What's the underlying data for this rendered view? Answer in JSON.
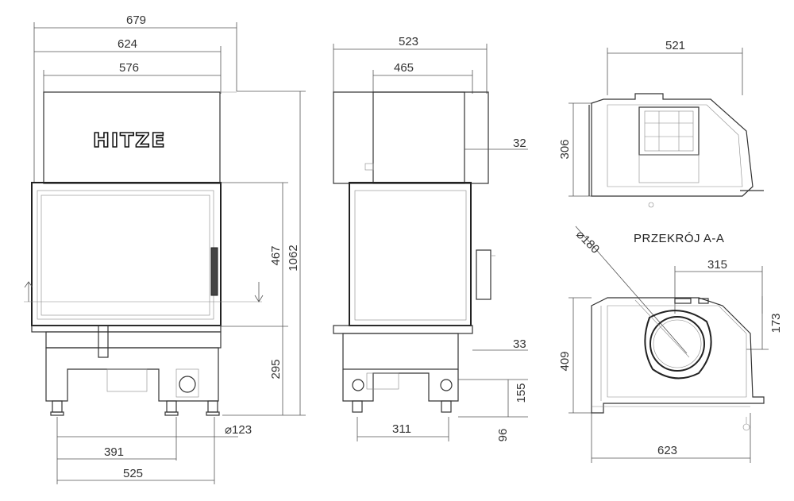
{
  "brand": "HITZE",
  "section_label": "PRZEKRÓJ A-A",
  "front_view": {
    "width_overall": "679",
    "width_body": "624",
    "width_glass": "576",
    "height_total": "1062",
    "height_door": "467",
    "height_base": "295",
    "flue_diameter": "123",
    "leg_spacing_left": "391",
    "leg_spacing_total": "525"
  },
  "side_view": {
    "depth_overall": "523",
    "depth_body": "465",
    "offset_top": "32",
    "offset_bottom": "33",
    "inlet_height": "155",
    "foot_height": "96",
    "leg_spacing": "311"
  },
  "top_view": {
    "width": "521",
    "depth": "306"
  },
  "section_view": {
    "outlet_diameter": "180",
    "outlet_offset_x": "315",
    "outlet_offset_y": "173",
    "depth": "409",
    "width": "623"
  }
}
